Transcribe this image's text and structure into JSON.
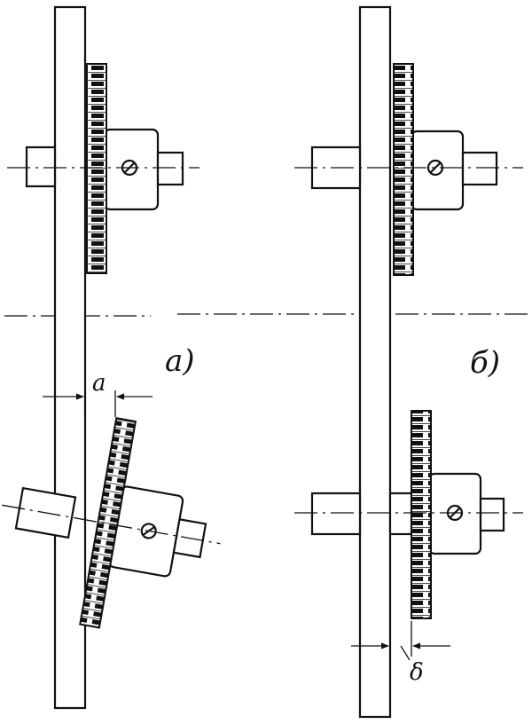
{
  "figure": {
    "panel_a_label": "a)",
    "panel_b_label": "б)",
    "dimension_a_label": "a",
    "dimension_delta_label": "δ"
  }
}
